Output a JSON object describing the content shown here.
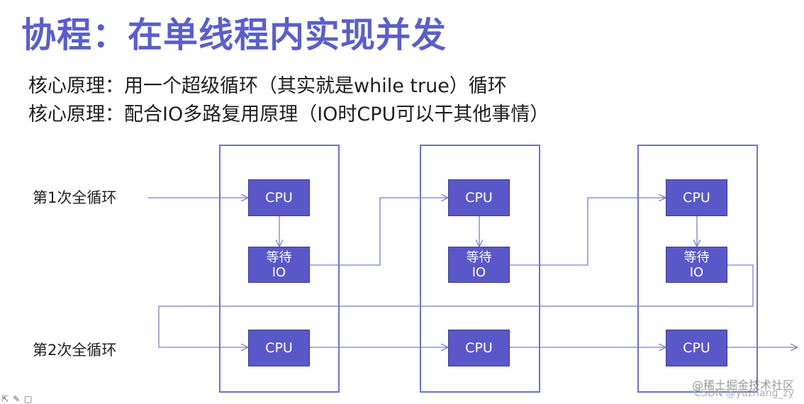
{
  "title": "协程：在单线程内实现并发",
  "points": [
    "核心原理：用一个超级循环（其实就是while true）循环",
    "核心原理：配合IO多路复用原理（IO时CPU可以干其他事情）"
  ],
  "rows": [
    {
      "label": "第1次全循环"
    },
    {
      "label": "第2次全循环"
    }
  ],
  "columns": [
    {
      "cpu_top": "CPU",
      "wait_line1": "等待",
      "wait_line2": "IO",
      "cpu_bottom": "CPU"
    },
    {
      "cpu_top": "CPU",
      "wait_line1": "等待",
      "wait_line2": "IO",
      "cpu_bottom": "CPU"
    },
    {
      "cpu_top": "CPU",
      "wait_line1": "等待",
      "wait_line2": "IO",
      "cpu_bottom": "CPU"
    }
  ],
  "watermark": {
    "line1": "@稀土掘金技术社区",
    "line2": "CSDN @yuzhang_zy"
  },
  "colors": {
    "title": "#5a5fc8",
    "box_fill": "#5a58c8",
    "column_border": "#6f73c2",
    "arrow": "#7b7fc9"
  }
}
